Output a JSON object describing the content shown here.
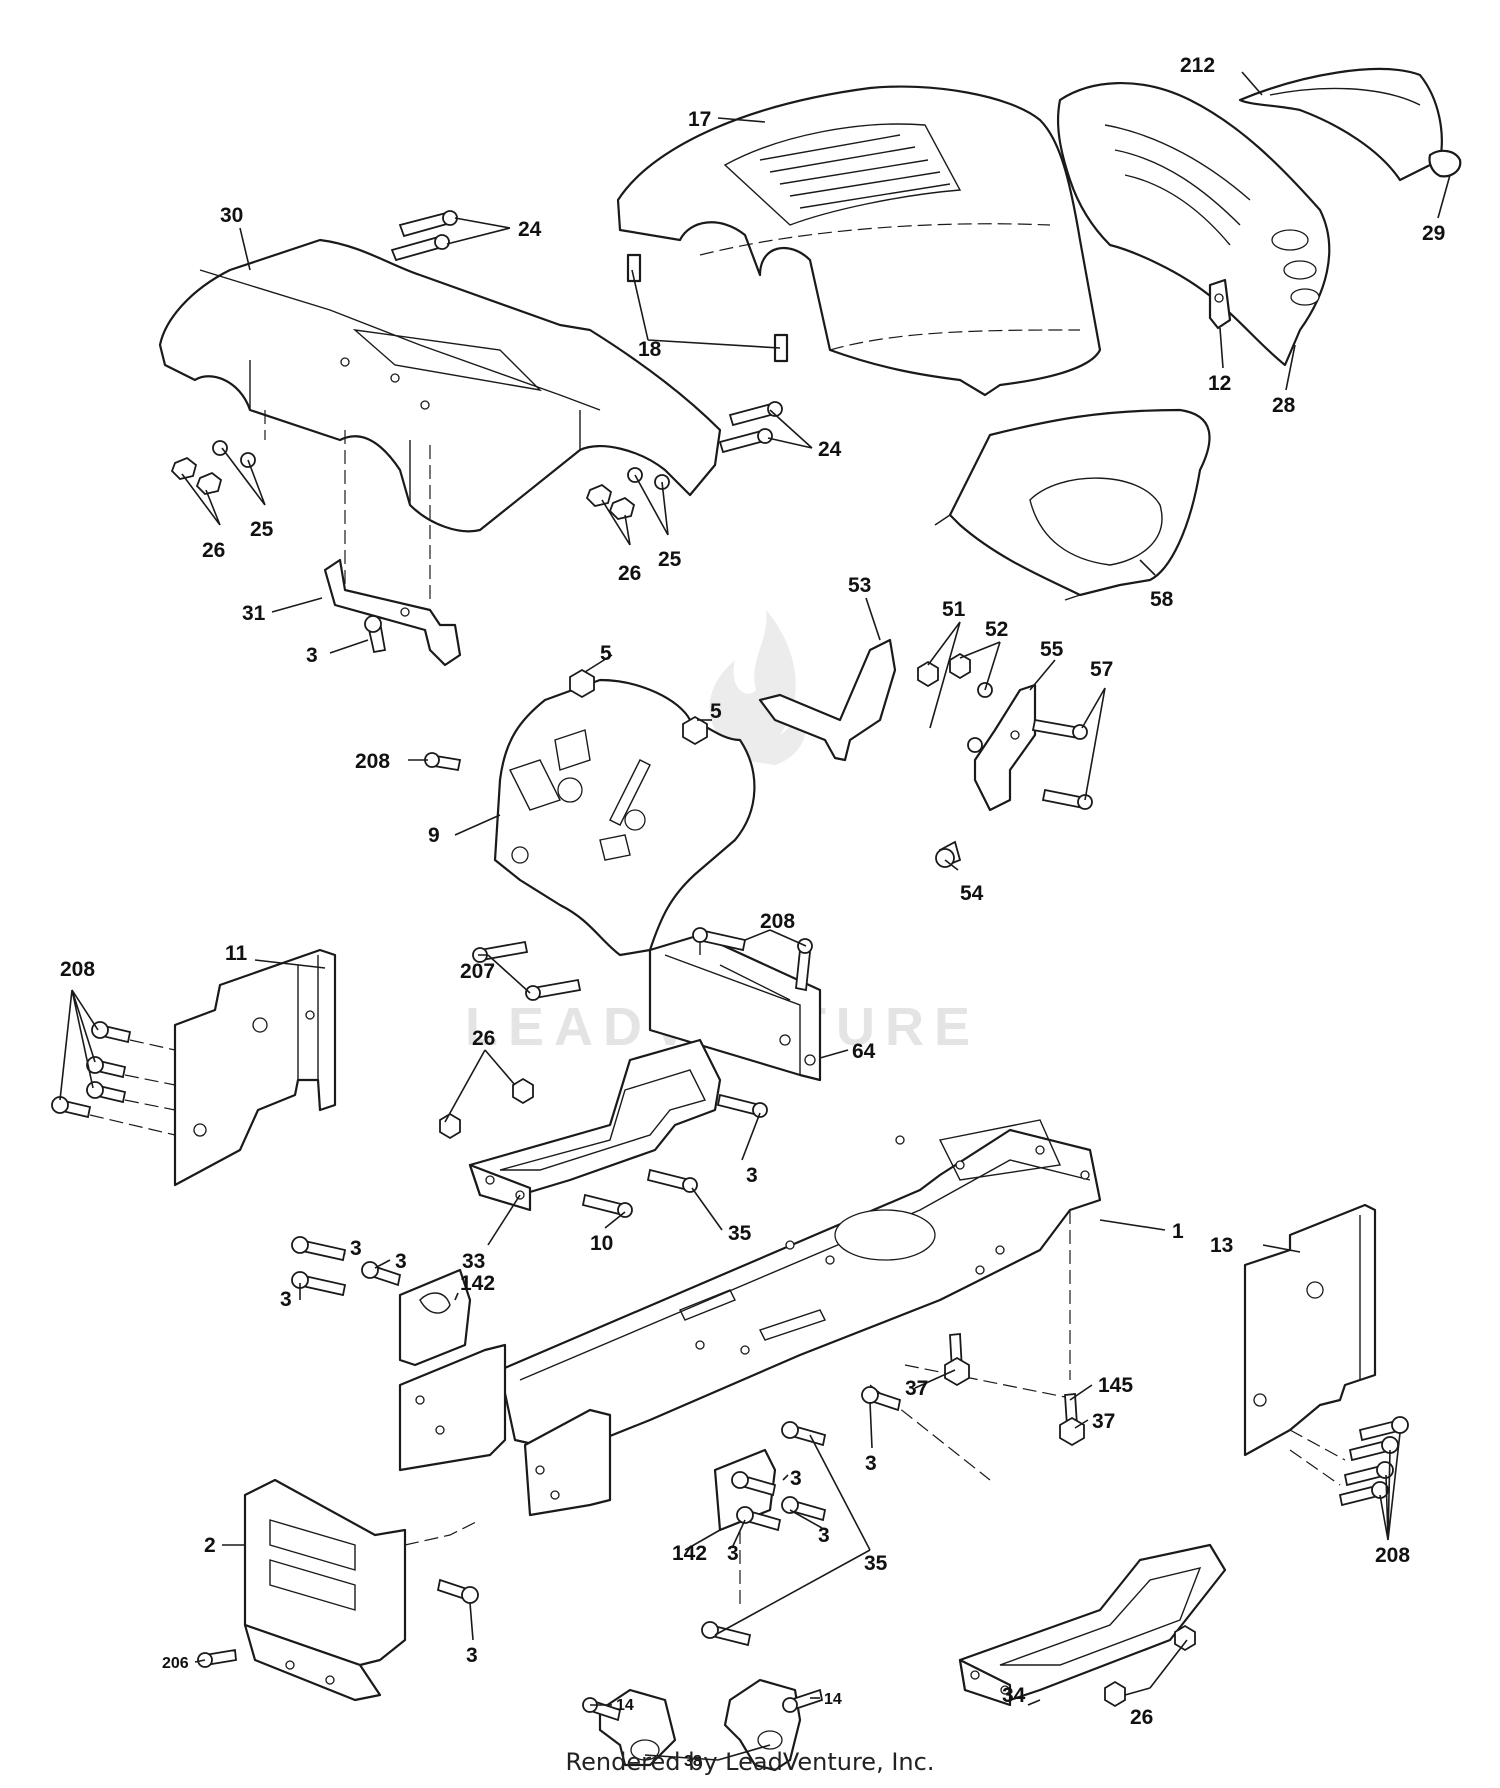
{
  "callouts": [
    {
      "id": "c17",
      "text": "17"
    },
    {
      "id": "c212",
      "text": "212"
    },
    {
      "id": "c29",
      "text": "29"
    },
    {
      "id": "c30",
      "text": "30"
    },
    {
      "id": "c24a",
      "text": "24"
    },
    {
      "id": "c18",
      "text": "18"
    },
    {
      "id": "c12",
      "text": "12"
    },
    {
      "id": "c28",
      "text": "28"
    },
    {
      "id": "c24b",
      "text": "24"
    },
    {
      "id": "c26a",
      "text": "26"
    },
    {
      "id": "c25a",
      "text": "25"
    },
    {
      "id": "c26b",
      "text": "26"
    },
    {
      "id": "c25b",
      "text": "25"
    },
    {
      "id": "c58",
      "text": "58"
    },
    {
      "id": "c31",
      "text": "31"
    },
    {
      "id": "c3a",
      "text": "3"
    },
    {
      "id": "c53",
      "text": "53"
    },
    {
      "id": "c51",
      "text": "51"
    },
    {
      "id": "c52",
      "text": "52"
    },
    {
      "id": "c55",
      "text": "55"
    },
    {
      "id": "c57",
      "text": "57"
    },
    {
      "id": "c5a",
      "text": "5"
    },
    {
      "id": "c5b",
      "text": "5"
    },
    {
      "id": "c208a",
      "text": "208"
    },
    {
      "id": "c9",
      "text": "9"
    },
    {
      "id": "c54",
      "text": "54"
    },
    {
      "id": "c208b",
      "text": "208"
    },
    {
      "id": "c207",
      "text": "207"
    },
    {
      "id": "c208c",
      "text": "208"
    },
    {
      "id": "c11",
      "text": "11"
    },
    {
      "id": "c64",
      "text": "64"
    },
    {
      "id": "c26c",
      "text": "26"
    },
    {
      "id": "c3b",
      "text": "3"
    },
    {
      "id": "c35a",
      "text": "35"
    },
    {
      "id": "c33",
      "text": "33"
    },
    {
      "id": "c10",
      "text": "10"
    },
    {
      "id": "c1",
      "text": "1"
    },
    {
      "id": "c13",
      "text": "13"
    },
    {
      "id": "c3c",
      "text": "3"
    },
    {
      "id": "c3d",
      "text": "3"
    },
    {
      "id": "c3e",
      "text": "3"
    },
    {
      "id": "c142a",
      "text": "142"
    },
    {
      "id": "c145",
      "text": "145"
    },
    {
      "id": "c37a",
      "text": "37"
    },
    {
      "id": "c37b",
      "text": "37"
    },
    {
      "id": "c3f",
      "text": "3"
    },
    {
      "id": "c3g",
      "text": "3"
    },
    {
      "id": "c3h",
      "text": "3"
    },
    {
      "id": "c3i",
      "text": "3"
    },
    {
      "id": "c142b",
      "text": "142"
    },
    {
      "id": "c2",
      "text": "2"
    },
    {
      "id": "c35b",
      "text": "35"
    },
    {
      "id": "c208d",
      "text": "208"
    },
    {
      "id": "c206",
      "text": "206"
    },
    {
      "id": "c3j",
      "text": "3"
    },
    {
      "id": "c14a",
      "text": "14"
    },
    {
      "id": "c14b",
      "text": "14"
    },
    {
      "id": "c34",
      "text": "34"
    },
    {
      "id": "c38",
      "text": "38"
    },
    {
      "id": "c26d",
      "text": "26"
    }
  ],
  "watermark": {
    "brand": "LEADVENTURE"
  },
  "footer": {
    "text": "Rendered by LeadVenture, Inc."
  }
}
